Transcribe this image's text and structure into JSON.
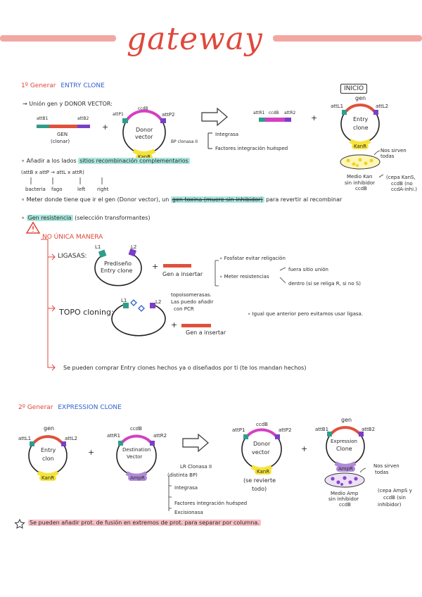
{
  "title": "gateway",
  "section1": {
    "heading": "1º Generar",
    "heading_highlight": "ENTRY CLONE",
    "union_line": "Unión gen y DONOR VECTOR:",
    "gene_left_attb1": "attB1",
    "gene_right_attb2": "attB2",
    "gene_label": "GEN",
    "gene_sublabel": "(clonar)",
    "plus": "+",
    "donor_ccdb": "ccdB",
    "donor_attp1": "attP1",
    "donor_attp2": "attP2",
    "donor_name1": "Donor",
    "donor_name2": "vector",
    "donor_kan": "KanR",
    "bp_label": "BP clonasa II",
    "integrasa": "Integrasa",
    "factores": "Factores integración huésped",
    "byprod_attr1": "attR1",
    "byprod_ccdb": "ccdB",
    "byprod_attr2": "attR2",
    "entry_gen": "gen",
    "entry_attl1": "attL1",
    "entry_attl2": "attL2",
    "entry_name1": "Entry",
    "entry_name2": "clone",
    "entry_kan": "KanR",
    "inicio": "INICIO",
    "nos_sirven": "Nos sirven",
    "todas": "todas",
    "medio_kan": "Medio Kan",
    "sin_inhibidor": "sin inhibidor",
    "ccdb_small": "ccdB",
    "cepa_kan": "(cepa KanS,",
    "ccdb_no": "ccdB (no",
    "ccda_inh": "ccdA-inhi.)",
    "anadir_prefix": "Añadir a los lados",
    "anadir_highlight": "sitios recombinación complementarios",
    "recomb_eq": "(attB x attP → attL x attR)",
    "bacteria": "bacteria",
    "fago": "fago",
    "left": "left",
    "right": "right",
    "meter_prefix": "Meter donde tiene que ir el gen (Donor vector), un",
    "meter_highlight": "gen toxina (muere sin inhibidor)",
    "meter_suffix": "para revertir al recombinar",
    "gen_resistencia": "Gen resistencia",
    "seleccion": "(selección transformantes)"
  },
  "warning": {
    "heading": "NO ÚNICA MANERA",
    "ligasas": "LIGASAS:",
    "l1": "L1",
    "l2": "L2",
    "prediseno1": "Prediseño",
    "prediseno2": "Entry clone",
    "gen_insertar": "Gen a insertar",
    "fosfatar": "Fosfatar evitar religación",
    "meter_res": "Meter resistencias",
    "fuera": "fuera sitio unión",
    "dentro": "dentro (si se religa R, si no S)",
    "topo": "TOPO cloning:",
    "topo_note1": "topoisomerasas.",
    "topo_note2": "Las puedo añadir",
    "topo_note3": "con PCR",
    "topo_gen": "Gen a insertar",
    "topo_igual": "Igual que anterior pero evitamos usar ligasa.",
    "comprar": "Se pueden comprar Entry clones hechos ya  o diseñados por ti (te los mandan hechos)"
  },
  "section2": {
    "heading": "2º Generar",
    "heading_highlight": "EXPRESSION CLONE",
    "entry_gen": "gen",
    "entry_attl1": "attL1",
    "entry_attl2": "attL2",
    "entry_name1": "Entry",
    "entry_name2": "clon",
    "entry_kan": "KanR",
    "dest_ccdb": "ccdB",
    "dest_attr1": "attR1",
    "dest_attr2": "attR2",
    "dest_name1": "Destination",
    "dest_name2": "Vector",
    "dest_amp": "AmpR",
    "donor_ccdb": "ccdB",
    "donor_attp1": "attP1",
    "donor_attp2": "attP2",
    "donor_name1": "Donor",
    "donor_name2": "vector",
    "donor_kan": "KanR",
    "se_revierte1": "(se revierte",
    "se_revierte2": "todo)",
    "expr_gen": "gen",
    "expr_attb1": "attB1",
    "expr_attb2": "attB2",
    "expr_name1": "Expression",
    "expr_name2": "Clone",
    "expr_amp": "AmpR",
    "nos_sirven": "Nos sirven",
    "todas": "todas",
    "medio_amp": "Medio Amp",
    "sin_inhibidor": "sin inhibidor",
    "ccdb_small": "ccdB",
    "cepa_amp": "(cepa AmpS y",
    "ccdb_sin": "ccdB (sin",
    "inhibidor": "inhibidor)",
    "lr_label": "LR Clonasa II",
    "distinta": "(distinta BP)",
    "integrasa": "Integrasa",
    "factores": "Factores integración huésped",
    "excisionasa": "Excisionasa",
    "star_note": "Se pueden añadir prot. de fusión en extremos de prot. para separar por columna."
  },
  "colors": {
    "title": "#e0483c",
    "accent_blue": "#2f5fd0",
    "teal": "#2e9d8a",
    "purple": "#7a3fc7",
    "magenta": "#d43fc3",
    "orange_red": "#e0503a",
    "yellow": "#f6e33a",
    "pink_bar": "#f2a7a2"
  }
}
